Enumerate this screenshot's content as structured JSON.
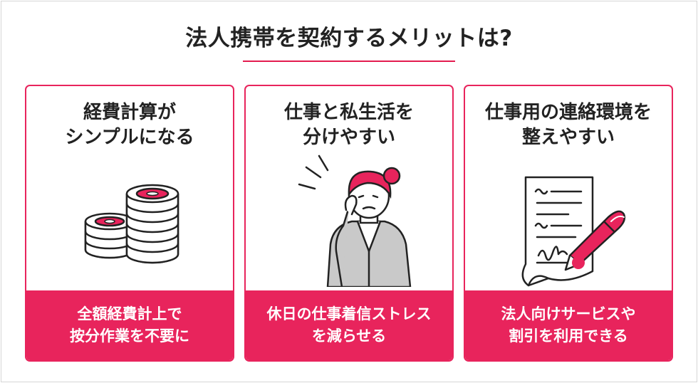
{
  "title": "法人携帯を契約するメリットは?",
  "colors": {
    "accent": "#e8245c",
    "rule": "#e31b4f",
    "ink": "#222222",
    "frame": "#d6d6d6"
  },
  "cards": [
    {
      "head": [
        "経費計算が",
        "シンプルになる"
      ],
      "icon": "coin-stack-icon",
      "foot": [
        "全額経費計上で",
        "按分作業を不要に"
      ]
    },
    {
      "head": [
        "仕事と私生活を",
        "分けやすい"
      ],
      "icon": "thinking-woman-icon",
      "foot": [
        "休日の仕事着信ストレス",
        "を減らせる"
      ]
    },
    {
      "head": [
        "仕事用の連絡環境を",
        "整えやすい"
      ],
      "icon": "signing-contract-icon",
      "foot": [
        "法人向けサービスや",
        "割引を利用できる"
      ]
    }
  ]
}
